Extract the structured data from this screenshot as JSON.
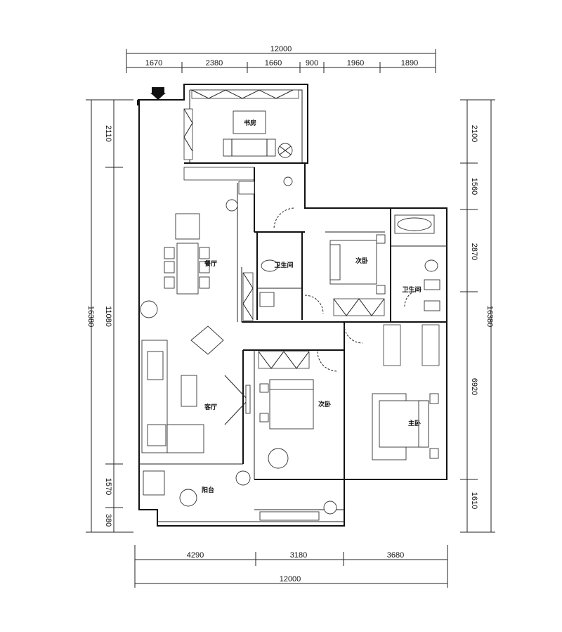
{
  "dimensions": {
    "top_total": "12000",
    "top_segments": [
      "1670",
      "2380",
      "1660",
      "900",
      "1960",
      "1890"
    ],
    "bottom_total": "12000",
    "bottom_segments": [
      "4290",
      "3180",
      "3680"
    ],
    "left_total": "16380",
    "left_segments": [
      "2110",
      "11080",
      "1570",
      "380"
    ],
    "right_total": "16380",
    "right_segments": [
      "2100",
      "1560",
      "2870",
      "6920",
      "1610"
    ]
  },
  "rooms": {
    "study": "书房",
    "dining": "餐厅",
    "secondary_bedroom_top": "次卧",
    "bathroom_1": "卫生间",
    "bathroom_2": "卫生间",
    "living": "客厅",
    "secondary_bedroom": "次卧",
    "master_bedroom": "主卧",
    "balcony": "阳台"
  },
  "icons": {
    "entry": "entry-arrow-icon"
  }
}
